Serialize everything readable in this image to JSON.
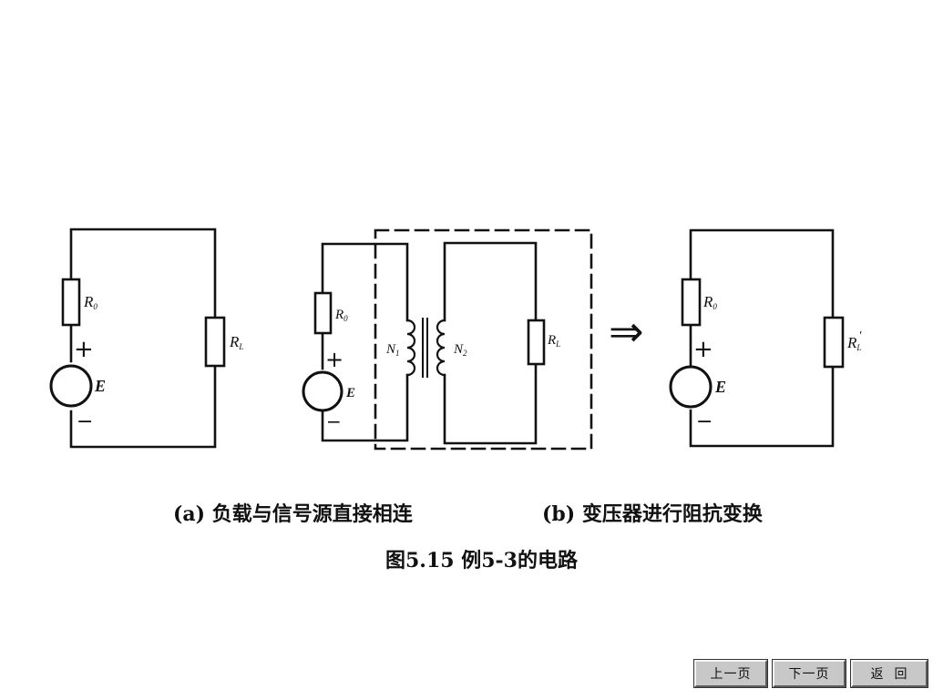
{
  "diagram": {
    "circuit_a": {
      "r0": "R",
      "r0_sub": "0",
      "rl": "R",
      "rl_sub": "L",
      "plus": "+",
      "minus": "−",
      "source": "E"
    },
    "circuit_b": {
      "r0": "R",
      "r0_sub": "0",
      "rl": "R",
      "rl_sub": "L",
      "plus": "+",
      "minus": "−",
      "source": "E",
      "n1": "N",
      "n1_sub": "1",
      "n2": "N",
      "n2_sub": "2"
    },
    "arrow": "⇒",
    "circuit_c": {
      "r0": "R",
      "r0_sub": "0",
      "rl": "R",
      "rl_sub": "L",
      "rl_prime": "′",
      "plus": "+",
      "minus": "−",
      "source": "E"
    }
  },
  "captions": {
    "a": "(a) 负载与信号源直接相连",
    "b": "(b) 变压器进行阻抗变换",
    "figure": "图5.15  例5-3的电路"
  },
  "nav": {
    "prev": "上一页",
    "next": "下一页",
    "back": "返  回"
  }
}
